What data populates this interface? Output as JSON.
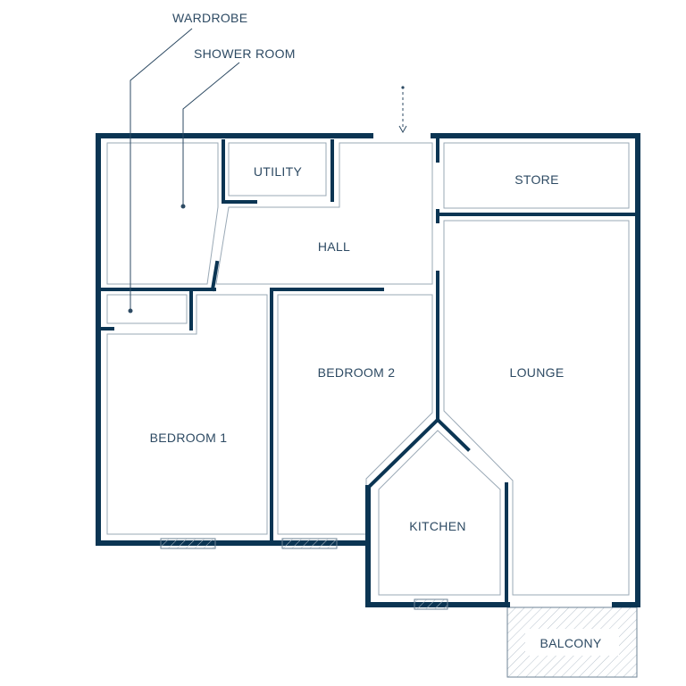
{
  "labels": {
    "wardrobe": "WARDROBE",
    "shower_room": "SHOWER ROOM",
    "utility": "UTILITY",
    "store": "STORE",
    "hall": "HALL",
    "bedroom_2": "BEDROOM 2",
    "lounge": "LOUNGE",
    "bedroom_1": "BEDROOM 1",
    "kitchen": "KITCHEN",
    "balcony": "BALCONY"
  },
  "colors": {
    "wall": "#0b3553",
    "text": "#2d4a63",
    "thin": "#9aa9b6",
    "hatch": "#b7c2cc"
  }
}
